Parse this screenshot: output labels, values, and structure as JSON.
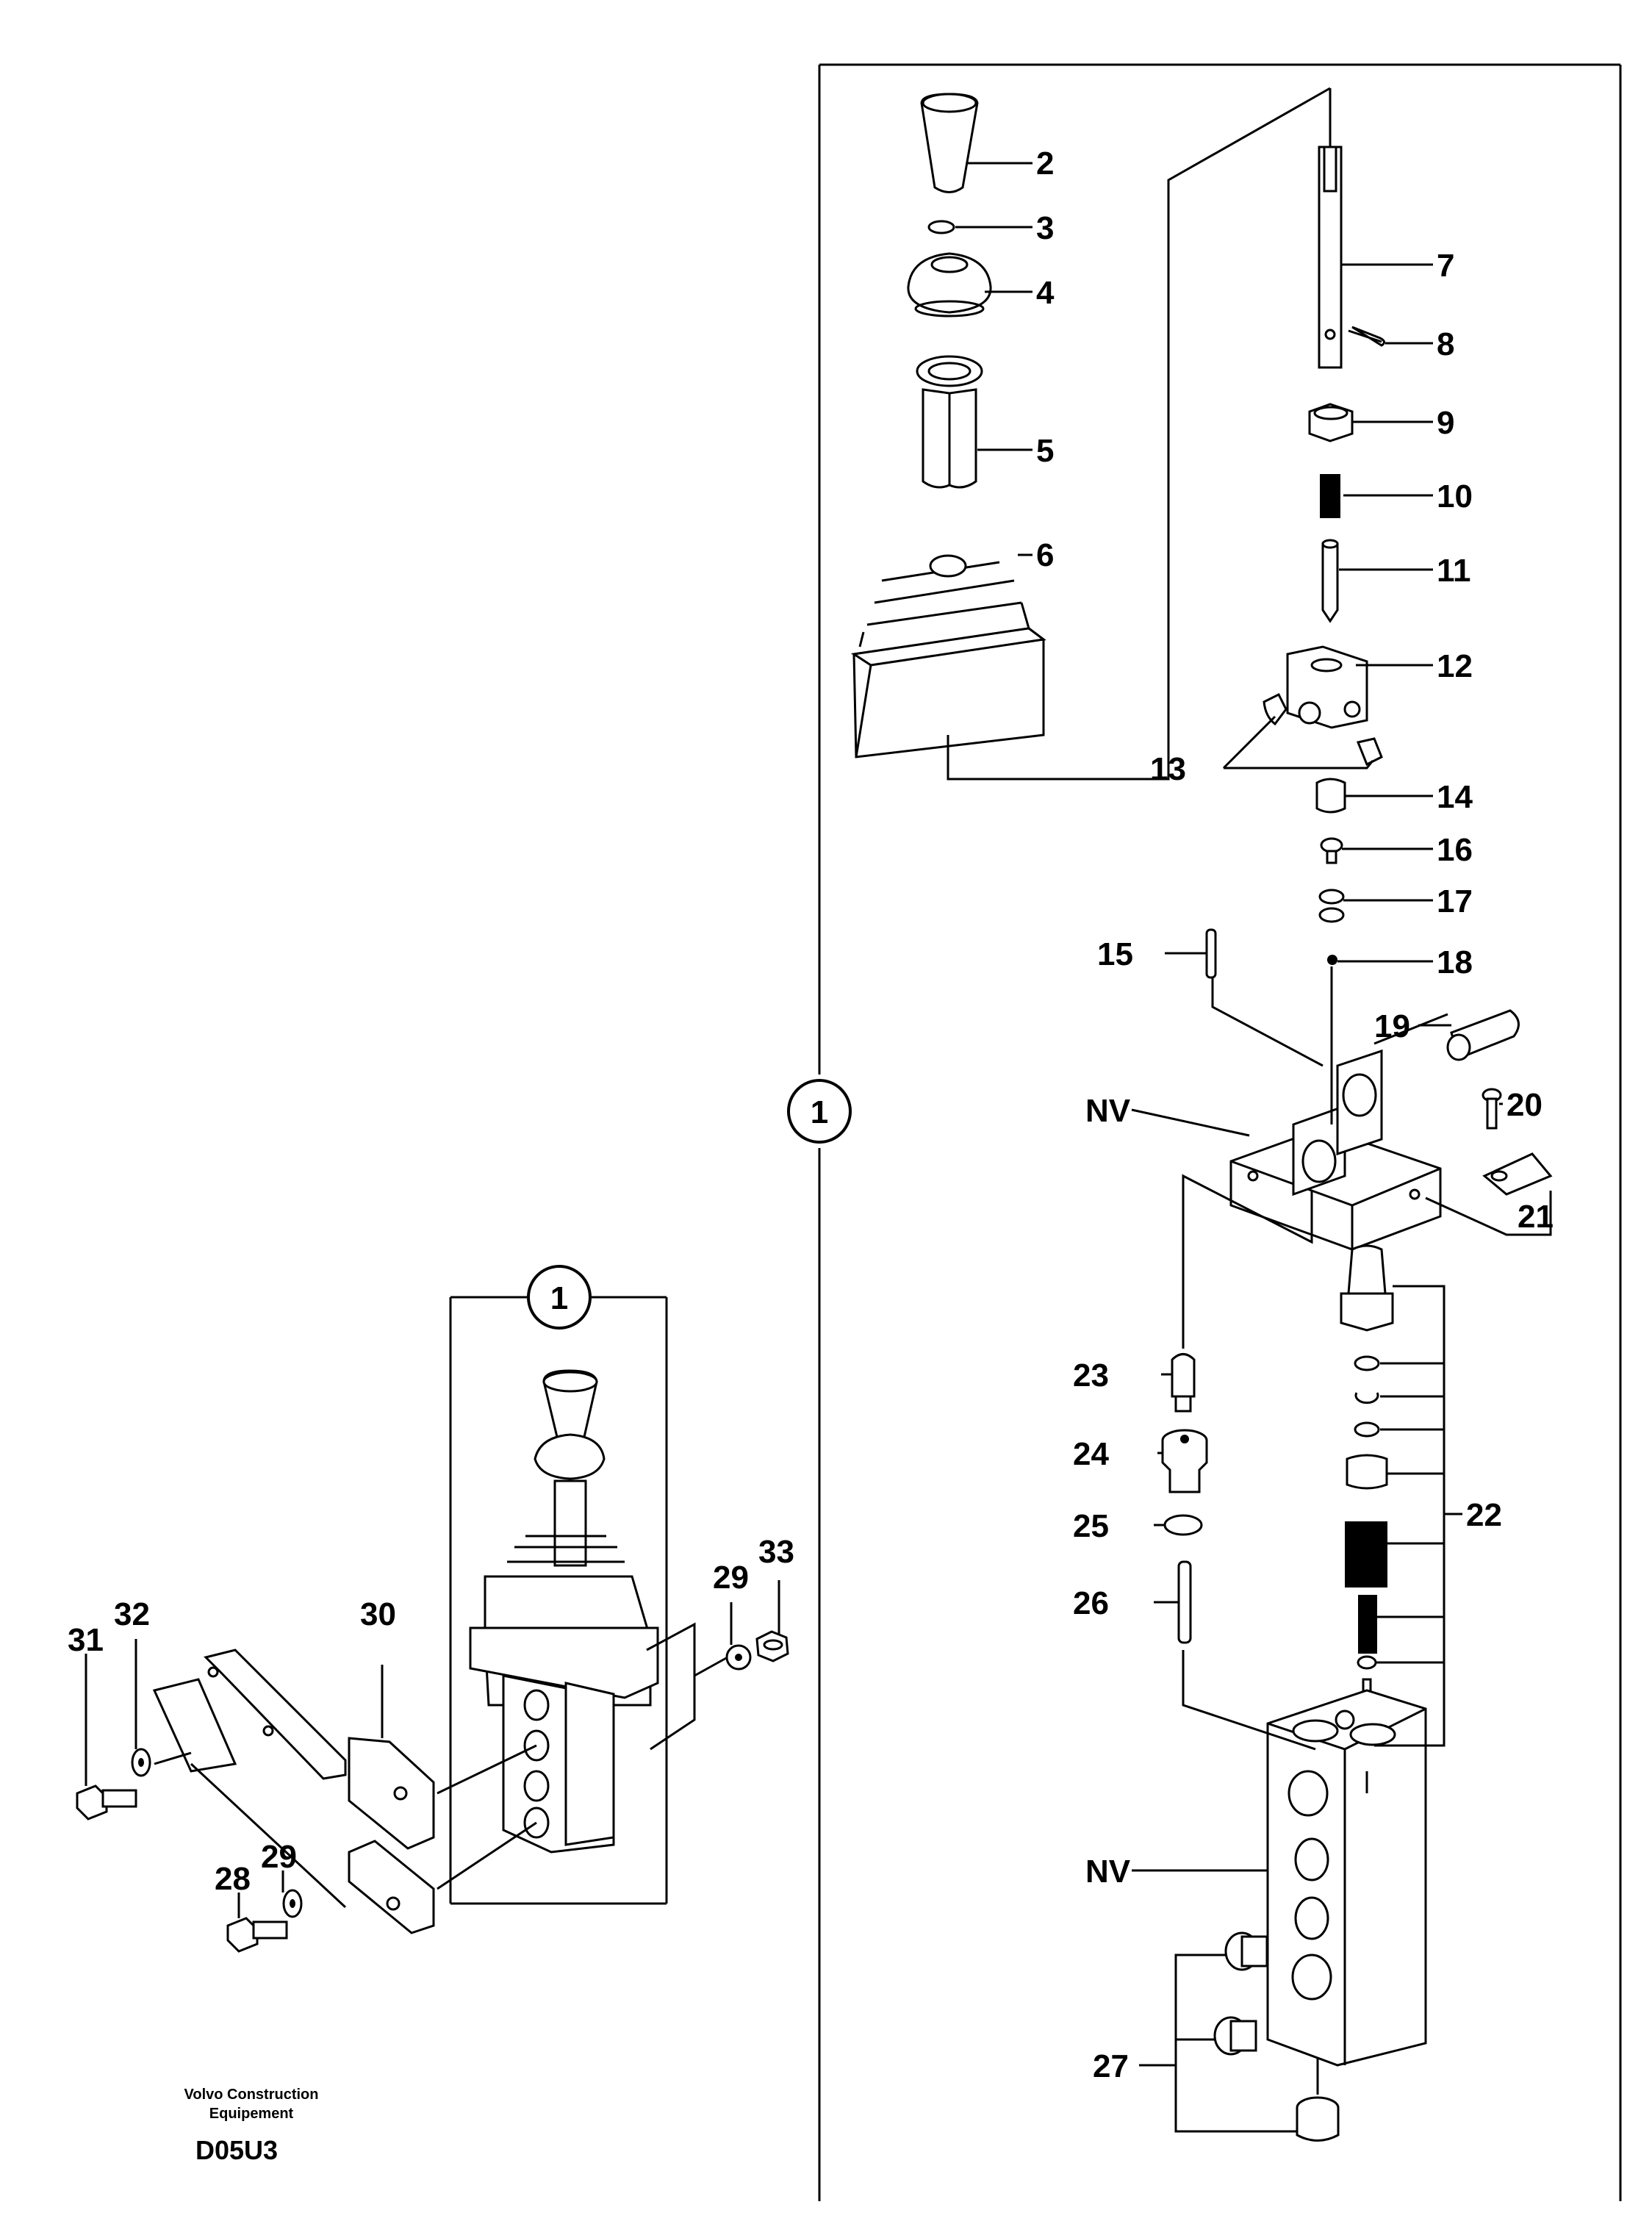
{
  "diagram": {
    "main_callout": "1",
    "assembly_callout": "1",
    "part_labels": {
      "p2": "2",
      "p3": "3",
      "p4": "4",
      "p5": "5",
      "p6": "6",
      "p7": "7",
      "p8": "8",
      "p9": "9",
      "p10": "10",
      "p11": "11",
      "p12": "12",
      "p13": "13",
      "p14": "14",
      "p15": "15",
      "p16": "16",
      "p17": "17",
      "p18": "18",
      "p19": "19",
      "p20": "20",
      "p21": "21",
      "p22": "22",
      "p23": "23",
      "p24": "24",
      "p25": "25",
      "p26": "26",
      "p27": "27",
      "p28": "28",
      "p29a": "29",
      "p29b": "29",
      "p30": "30",
      "p31": "31",
      "p32": "32",
      "p33": "33",
      "nv_top": "NV",
      "nv_bottom": "NV"
    }
  },
  "footer": {
    "company_line1": "Volvo Construction",
    "company_line2": "Equipement",
    "drawing_code": "D05U3"
  }
}
